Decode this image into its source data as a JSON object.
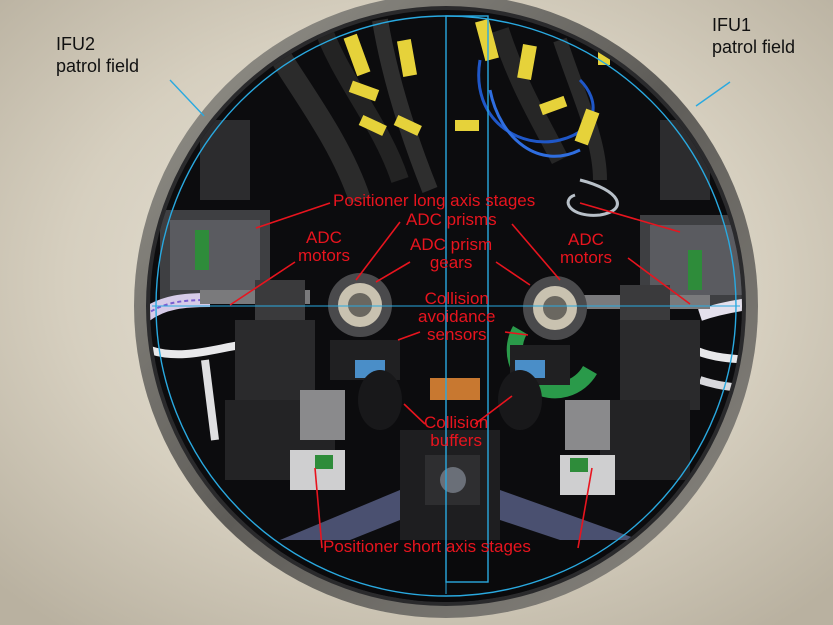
{
  "labels": {
    "ifu2": [
      "IFU2",
      "patrol field"
    ],
    "ifu1": [
      "IFU1",
      "patrol field"
    ],
    "long_axis": "Positioner long axis stages",
    "adc_prisms": "ADC prisms",
    "adc_motors_left": [
      "ADC",
      "motors"
    ],
    "adc_motors_right": [
      "ADC",
      "motors"
    ],
    "adc_prism_gears": [
      "ADC prism",
      "gears"
    ],
    "collision_sensors": [
      "Collision",
      "avoidance",
      "sensors"
    ],
    "collision_buffers": [
      "Collision",
      "buffers"
    ],
    "short_axis": "Positioner short axis stages"
  },
  "colors": {
    "annotation": "#e8141e",
    "patrol_circle": "#29a9e0",
    "plate": "#d8d2c4",
    "interior": "#0c0c0e"
  }
}
